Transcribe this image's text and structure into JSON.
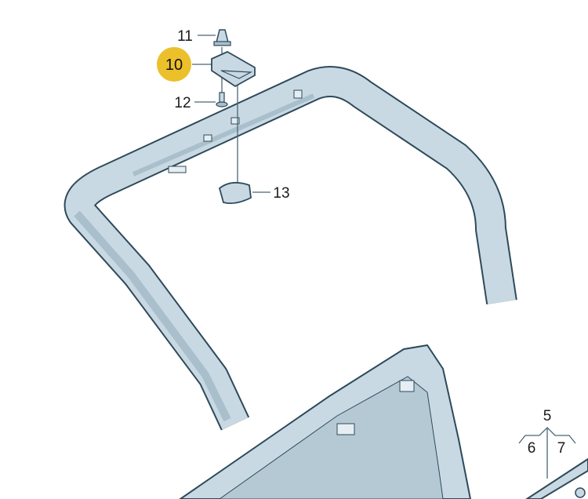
{
  "diagram": {
    "highlight_color": "#EBC02B",
    "part_color": "#C9D9E3",
    "outline_color": "#2E4A5A",
    "callouts": [
      {
        "id": "10",
        "label": "10",
        "highlighted": true
      },
      {
        "id": "11",
        "label": "11",
        "highlighted": false
      },
      {
        "id": "12",
        "label": "12",
        "highlighted": false
      },
      {
        "id": "13",
        "label": "13",
        "highlighted": false
      },
      {
        "id": "5",
        "label": "5",
        "highlighted": false
      },
      {
        "id": "6",
        "label": "6",
        "highlighted": false
      },
      {
        "id": "7",
        "label": "7",
        "highlighted": false
      }
    ]
  }
}
